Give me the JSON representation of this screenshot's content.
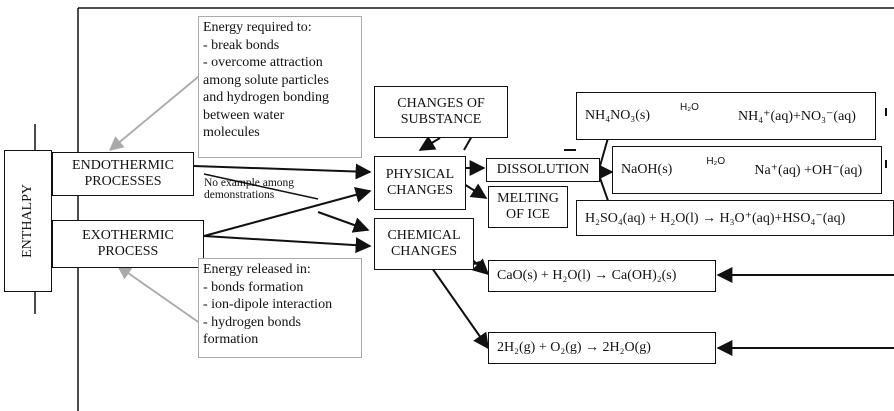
{
  "enthalpy": "ENTHALPY",
  "endothermic": [
    "ENDOTHERMIC",
    "PROCESSES"
  ],
  "exothermic": [
    "EXOTHERMIC",
    "PROCESS"
  ],
  "energy_required": [
    "Energy required to:",
    "- break bonds",
    "- overcome attraction",
    "among solute particles",
    "and hydrogen bonding",
    "between water",
    "molecules"
  ],
  "energy_released": [
    "Energy released in:",
    "- bonds formation",
    "- ion-dipole interaction",
    "- hydrogen bonds",
    "formation"
  ],
  "no_example": [
    "No example among",
    "demonstrations"
  ],
  "changes_of_substance": [
    "CHANGES OF",
    "SUBSTANCE"
  ],
  "physical_changes": [
    "PHYSICAL",
    "CHANGES"
  ],
  "chemical_changes": [
    "CHEMICAL",
    "CHANGES"
  ],
  "dissolution": "DISSOLUTION",
  "melting": [
    "MELTING",
    "OF ICE"
  ],
  "h2o_label": "H₂O",
  "eq1_left": "NH₄NO₃(s)",
  "eq1_right": "NH₄⁺(aq)+NO₃⁻(aq)",
  "eq2_left": "NaOH(s)",
  "eq2_right": "Na⁺(aq) +OH⁻(aq)",
  "eq3": "H₂SO₄(aq) + H₂O(l) → H₃O⁺(aq)+HSO₄⁻(aq)",
  "eq4": "CaO(s) + H₂O(l) → Ca(OH)₂(s)",
  "eq5": "2H₂(g) + O₂(g) → 2H₂O(g)"
}
